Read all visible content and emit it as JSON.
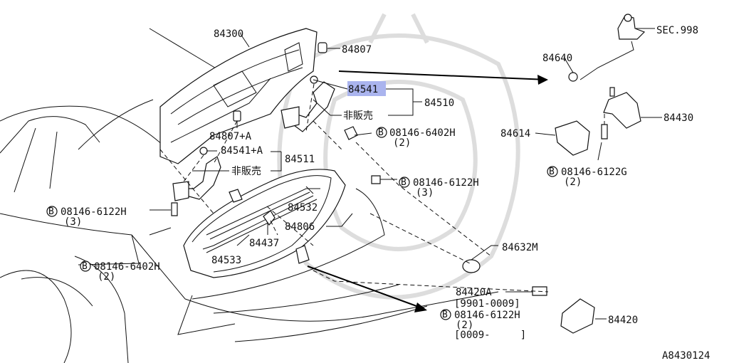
{
  "diagram": {
    "figure_code": "A8430124",
    "colors": {
      "line": "#111111",
      "highlight": "#aab4ee",
      "background": "#ffffff"
    },
    "parts": {
      "p84300": "84300",
      "p84807": "84807",
      "p84807a": "84807+A",
      "p84541": "84541",
      "p84541a": "84541+A",
      "p84510": "84510",
      "p84511": "84511",
      "not_for_sale_1": "非販売",
      "not_for_sale_2": "非販売",
      "p84532": "84532",
      "p84806": "84806",
      "p84437": "84437",
      "p84533": "84533",
      "p84632m": "84632M",
      "p84640": "84640",
      "sec998": "SEC.998",
      "p84430": "84430",
      "p84614": "84614",
      "p84420a": "84420A",
      "p84420": "84420"
    },
    "bolts": {
      "b1": {
        "code": "08146-6402H",
        "qty": "(2)"
      },
      "b2": {
        "code": "08146-6122H",
        "qty": "(3)"
      },
      "b3": {
        "code": "08146-6122H",
        "qty": "(3)"
      },
      "b4": {
        "code": "08146-6402H",
        "qty": "(2)"
      },
      "b5": {
        "code": "08146-6122G",
        "qty": "(2)"
      },
      "b6": {
        "code": "08146-6122H",
        "qty": "(2)"
      }
    },
    "bolt_marker": "B",
    "date_ranges": {
      "r1": "[9901-0009]",
      "r2": "[0009-     ]"
    }
  }
}
